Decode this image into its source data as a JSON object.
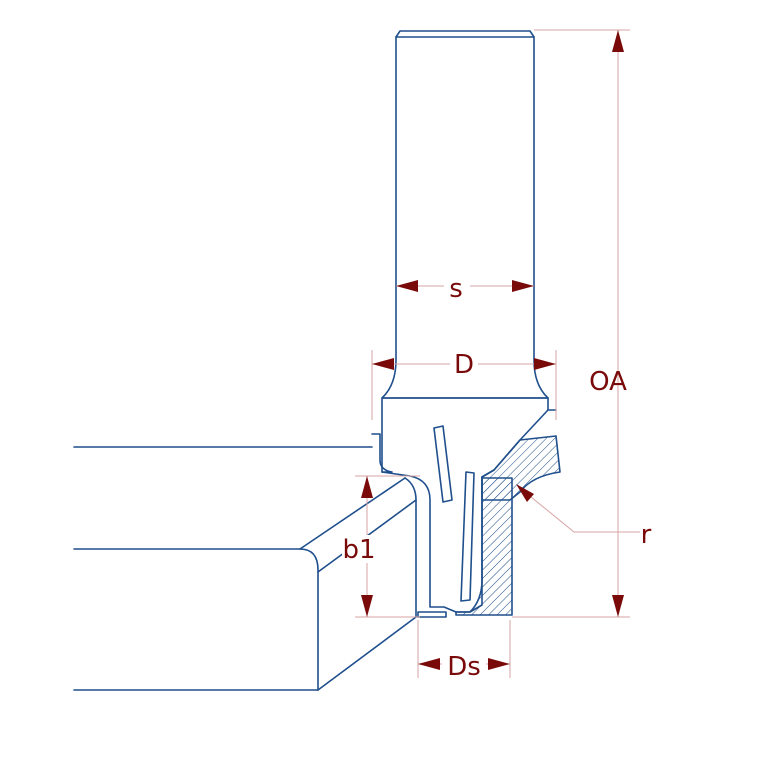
{
  "labels": {
    "shank_diameter": "s",
    "cutting_diameter": "D",
    "overall_length": "OA",
    "radius": "r",
    "cutting_height": "b1",
    "bearing_diameter": "Ds"
  },
  "colors": {
    "outline": "#1f4f8c",
    "dimension_arrow": "#7a0a0a",
    "dimension_line": "#d7a3a3",
    "hatch": "#1f4f8c",
    "background": "#ffffff"
  }
}
